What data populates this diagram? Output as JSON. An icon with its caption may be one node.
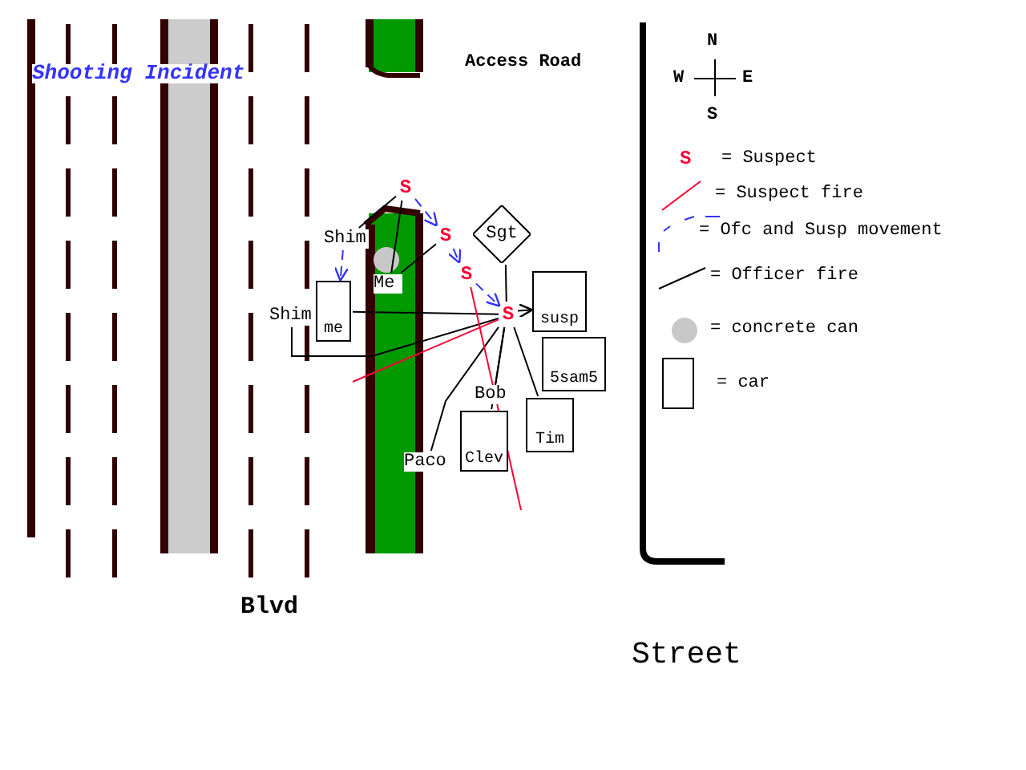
{
  "diagram": {
    "title": "Shooting Incident",
    "nodes": [
      {
        "text": [
          "Shim"
        ]
      },
      {
        "text": [
          "Me"
        ]
      },
      {
        "text": [
          "Shim"
        ]
      },
      {
        "text": [
          "me"
        ]
      },
      {
        "text": [
          "Sgt"
        ]
      },
      {
        "text": [
          "susp"
        ]
      },
      {
        "text": [
          "5sam5"
        ]
      },
      {
        "text": [
          "Paco"
        ]
      },
      {
        "text": [
          "Clev"
        ]
      },
      {
        "text": [
          "Bob"
        ]
      },
      {
        "text": [
          "Tim"
        ]
      },
      {
        "text": [
          "S"
        ]
      },
      {
        "text": [
          "S"
        ]
      },
      {
        "text": [
          "S"
        ]
      },
      {
        "text": [
          "S"
        ]
      }
    ],
    "edges": [
      {
        "from": 0,
        "to": 11,
        "arrow": "none"
      },
      {
        "from": 1,
        "to": 11,
        "arrow": "none"
      },
      {
        "from": 1,
        "to": 12,
        "arrow": "none"
      },
      {
        "from": 2,
        "to": 14,
        "arrow": "none"
      },
      {
        "from": 3,
        "to": 14,
        "arrow": "none"
      },
      {
        "from": 4,
        "to": 14,
        "arrow": "none"
      },
      {
        "from": 14,
        "to": 5,
        "arrow": "to"
      },
      {
        "from": 7,
        "to": 14,
        "arrow": "none"
      },
      {
        "from": 8,
        "to": 14,
        "arrow": "none"
      },
      {
        "from": 9,
        "to": 14,
        "arrow": "none"
      },
      {
        "from": 10,
        "to": 14,
        "arrow": "none"
      },
      {
        "from": 14,
        "to": null,
        "arrow": "none",
        "color": "#ff0033"
      },
      {
        "from": 13,
        "to": null,
        "arrow": "none",
        "color": "#ff0033"
      },
      {
        "from": 11,
        "to": 12,
        "arrow": "to",
        "style": "dashed",
        "color": "#3333ff"
      },
      {
        "from": 12,
        "to": 13,
        "arrow": "to",
        "style": "dashed",
        "color": "#3333ff"
      },
      {
        "from": 13,
        "to": 14,
        "arrow": "to",
        "style": "dashed",
        "color": "#3333ff"
      },
      {
        "from": 0,
        "to": 3,
        "arrow": "to",
        "style": "dashed",
        "color": "#3333ff"
      }
    ],
    "labels": [
      "Access Road",
      "N",
      "W",
      "E",
      "S",
      "S",
      "Blvd",
      "Street"
    ],
    "legend": [
      {
        "text": "= Suspect"
      },
      {
        "text": "= Suspect fire"
      },
      {
        "text": "= Ofc and Susp movement"
      },
      {
        "text": "= Officer fire"
      },
      {
        "text": "= concrete can"
      },
      {
        "text": "= car"
      }
    ]
  }
}
